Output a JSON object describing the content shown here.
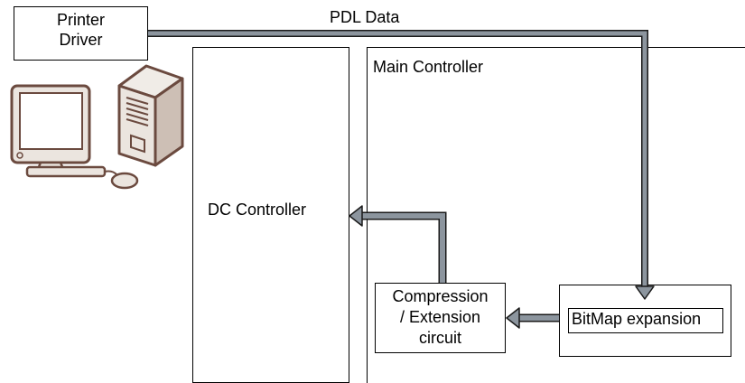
{
  "diagram": {
    "printer_driver": {
      "line1": "Printer",
      "line2": "Driver"
    },
    "pdl_data_label": "PDL Data",
    "main_controller_label": "Main Controller",
    "dc_controller_label": "DC Controller",
    "compression": {
      "line1": "Compression",
      "line2": "/ Extension",
      "line3": "circuit"
    },
    "bitmap_label": "BitMap expansion"
  },
  "colors": {
    "arrow_fill": "#8c959e",
    "arrow_outline": "#1a1a1a",
    "computer_outline": "#6b4a3f",
    "computer_fill": "#e9e4de"
  }
}
